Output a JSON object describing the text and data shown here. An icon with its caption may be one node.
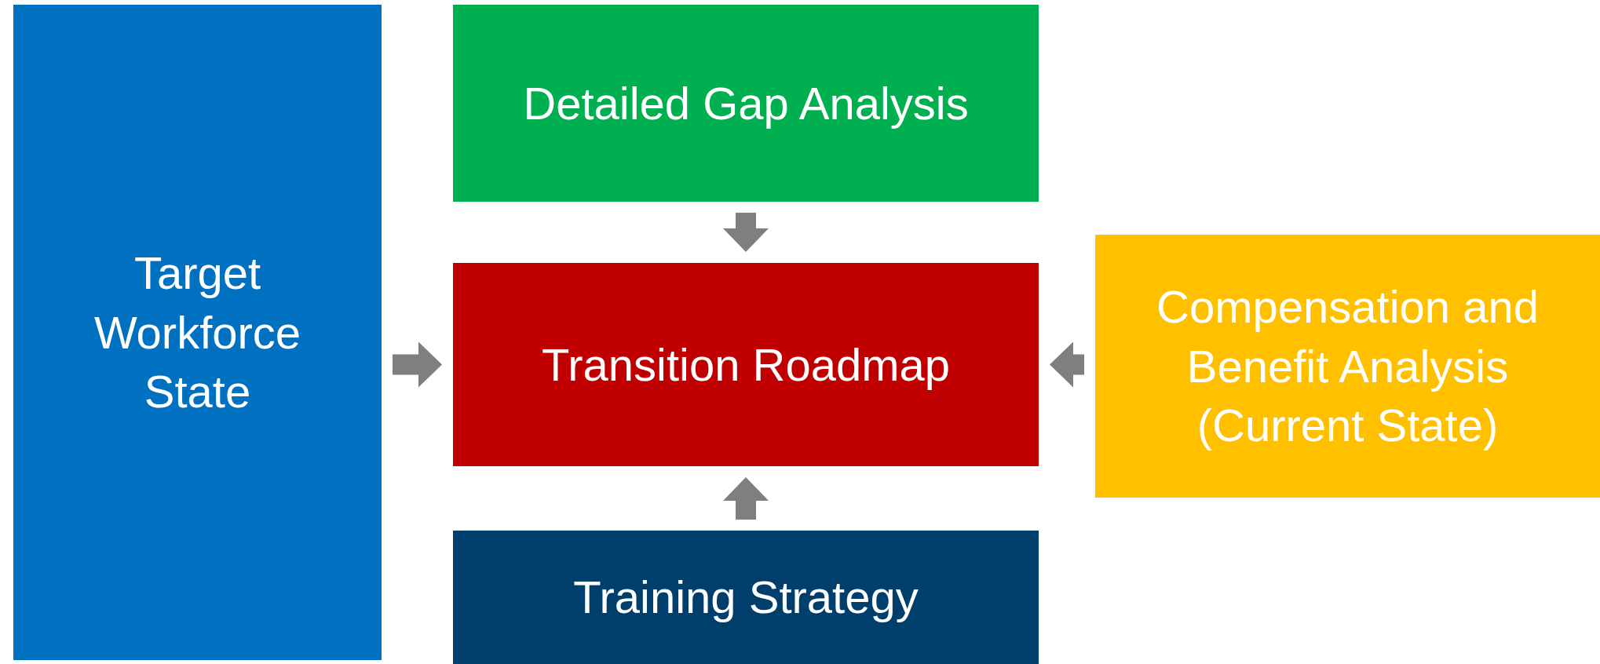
{
  "diagram": {
    "nodes": [
      {
        "text": [
          "Target Workforce State"
        ]
      },
      {
        "text": [
          "Detailed Gap Analysis"
        ]
      },
      {
        "text": [
          "Transition Roadmap"
        ]
      },
      {
        "text": [
          "Compensation and Benefit Analysis (Current State)"
        ]
      },
      {
        "text": [
          "Training Strategy"
        ]
      }
    ],
    "edges": [
      {
        "from": 0,
        "to": 2,
        "arrow": "to"
      },
      {
        "from": 1,
        "to": 2,
        "arrow": "to"
      },
      {
        "from": 3,
        "to": 2,
        "arrow": "to"
      },
      {
        "from": 4,
        "to": 2,
        "arrow": "to"
      }
    ]
  }
}
